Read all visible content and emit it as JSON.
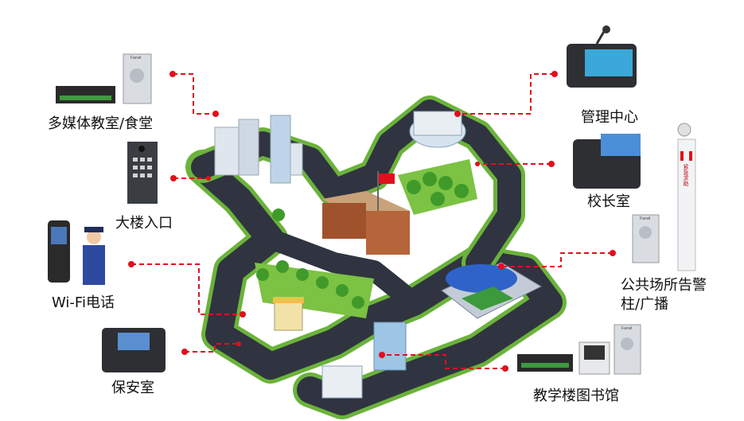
{
  "labels": {
    "multimedia": "多媒体教室/食堂",
    "entrance": "大楼入口",
    "wifi": "Wi-Fi电话",
    "security": "保安室",
    "management": "管理中心",
    "principal": "校长室",
    "public_line1": "公共场所告警",
    "public_line2": "柱/广播",
    "teaching": "教学楼图书馆"
  },
  "device_brand": "Fanvil",
  "pillar_text": "紧急求助",
  "colors": {
    "connector": "#e0101e",
    "road": "#2f3440",
    "grass": "#6bb33a",
    "accent": "#e0101e"
  }
}
